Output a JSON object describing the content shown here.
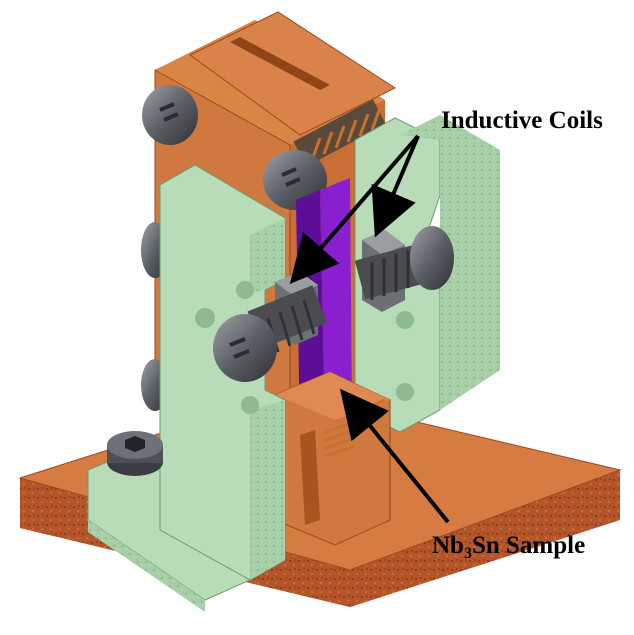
{
  "labels": {
    "coils": "Inductive Coils",
    "sample_prefix": "Nb",
    "sample_sub": "3",
    "sample_suffix": "Sn Sample"
  },
  "colors": {
    "copper": "#d2773f",
    "copper_dark": "#a9531f",
    "copper_side": "#b5612d",
    "green": "#b9dcb8",
    "green_dark": "#8fb991",
    "sample": "#8a1fd1",
    "sample_dark": "#5c0e96",
    "screw": "#5a5d63",
    "screw_light": "#8d9096",
    "spring": "#c7722f",
    "speckle": "#7a3510",
    "arrow": "#000000"
  }
}
